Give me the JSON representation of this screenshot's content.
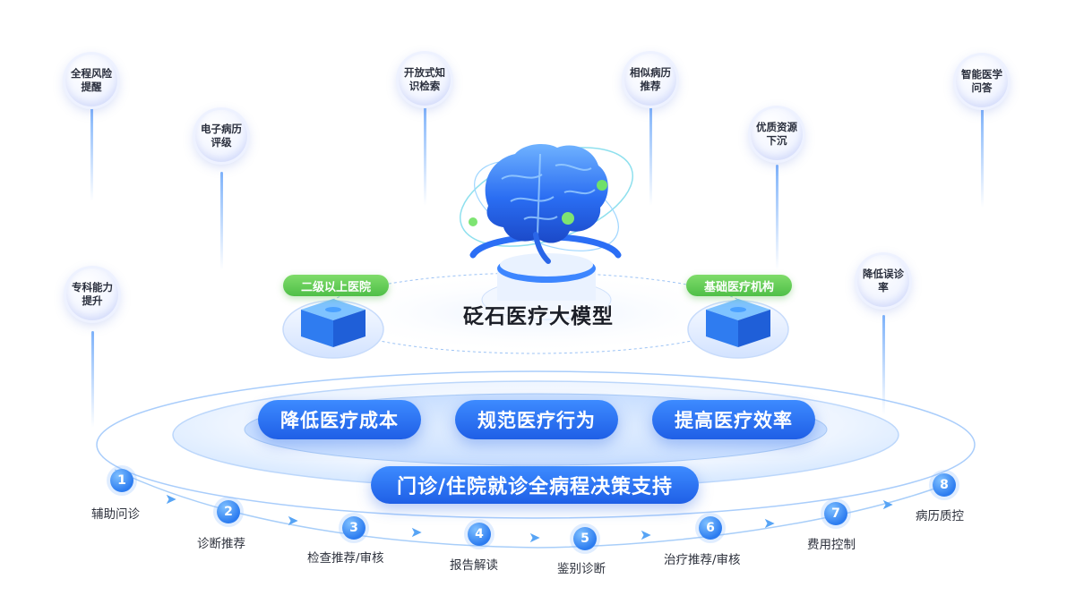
{
  "model": {
    "title": "砭石医疗大模型"
  },
  "tags": {
    "left": "二级以上医院",
    "right": "基础医疗机构"
  },
  "features": [
    {
      "label": "全程风险提醒"
    },
    {
      "label": "电子病历评级"
    },
    {
      "label": "开放式知识检索"
    },
    {
      "label": "相似病历推荐"
    },
    {
      "label": "优质资源下沉"
    },
    {
      "label": "智能医学问答"
    },
    {
      "label": "专科能力提升"
    },
    {
      "label": "降低误诊率"
    }
  ],
  "goals": [
    {
      "label": "降低医疗成本"
    },
    {
      "label": "规范医疗行为"
    },
    {
      "label": "提高医疗效率"
    }
  ],
  "banner": {
    "label": "门诊/住院就诊全病程决策支持"
  },
  "steps": [
    {
      "num": "1",
      "label": "辅助问诊"
    },
    {
      "num": "2",
      "label": "诊断推荐"
    },
    {
      "num": "3",
      "label": "检查推荐/审核"
    },
    {
      "num": "4",
      "label": "报告解读"
    },
    {
      "num": "5",
      "label": "鉴别诊断"
    },
    {
      "num": "6",
      "label": "治疗推荐/审核"
    },
    {
      "num": "7",
      "label": "费用控制"
    },
    {
      "num": "8",
      "label": "病历质控"
    }
  ],
  "colors": {
    "accent": "#2466ee",
    "green": "#55c24c",
    "ring": "#9cc8ff"
  },
  "icons": {
    "brain": "brain-icon",
    "cube": "cube-icon",
    "arrow": "arrow-right-icon"
  }
}
